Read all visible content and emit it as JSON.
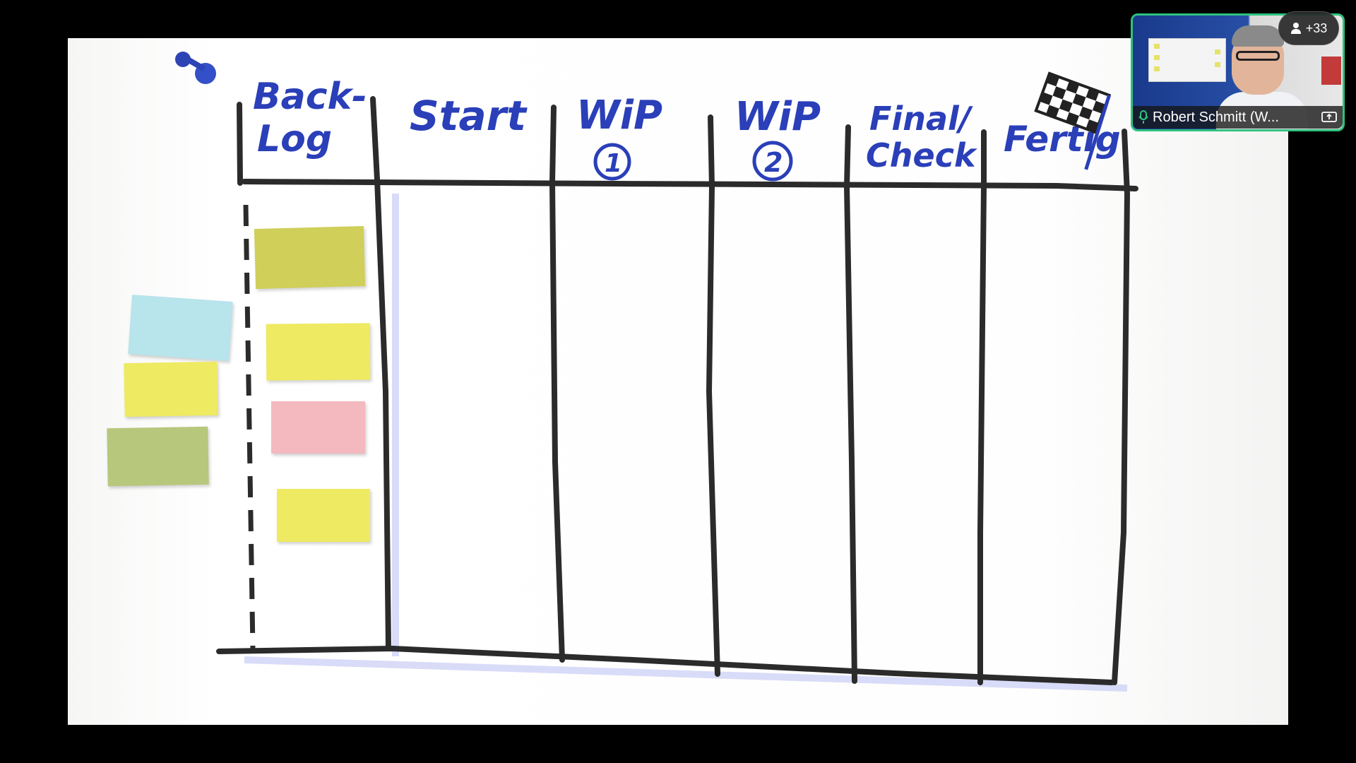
{
  "board": {
    "columns": [
      {
        "id": "backlog",
        "label_line1": "Back-",
        "label_line2": "Log"
      },
      {
        "id": "start",
        "label_line1": "Start",
        "label_line2": ""
      },
      {
        "id": "wip1",
        "label_line1": "WiP",
        "label_line2": "1"
      },
      {
        "id": "wip2",
        "label_line1": "WiP",
        "label_line2": "2"
      },
      {
        "id": "final",
        "label_line1": "Final/",
        "label_line2": "Check"
      },
      {
        "id": "fertig",
        "label_line1": "Fertig",
        "label_line2": ""
      }
    ],
    "sticky_notes": [
      {
        "id": "backlog-note-1",
        "color": "#cfcf5a",
        "column": "backlog"
      },
      {
        "id": "backlog-note-2",
        "color": "#eeea62",
        "column": "backlog"
      },
      {
        "id": "backlog-note-3",
        "color": "#f3b9bf",
        "column": "backlog"
      },
      {
        "id": "backlog-note-4",
        "color": "#eeea62",
        "column": "backlog"
      },
      {
        "id": "outside-note-blue",
        "color": "#b8e4ec",
        "column": "outside"
      },
      {
        "id": "outside-note-yellow",
        "color": "#eeea62",
        "column": "outside"
      },
      {
        "id": "outside-note-green",
        "color": "#b7c77c",
        "column": "outside"
      }
    ],
    "ink_color": "#222222",
    "marker_color": "#2a3fb8"
  },
  "participant": {
    "name": "Robert Schmitt (W...",
    "count_badge": "+33",
    "count_icon": "person-icon",
    "mic_icon": "microphone-icon",
    "share_icon": "screen-share-icon",
    "tile_border_color": "#2ec27e"
  }
}
